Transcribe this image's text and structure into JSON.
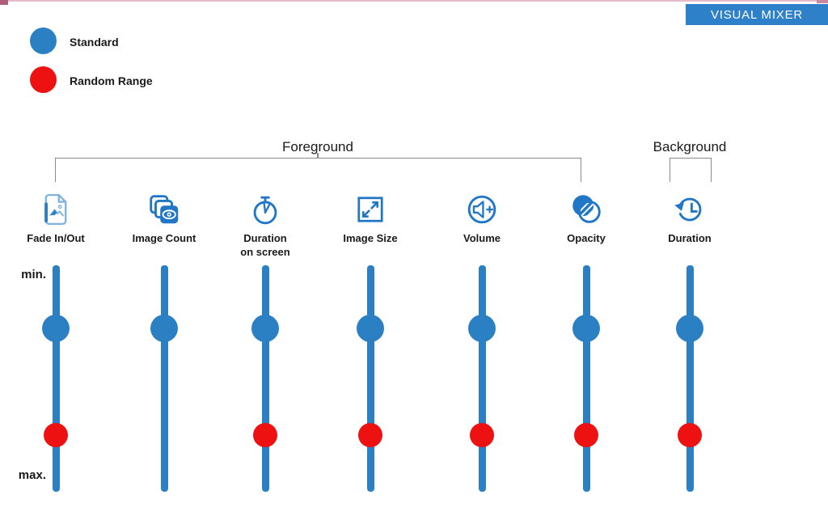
{
  "header": {
    "title": "VISUAL MIXER"
  },
  "legend": {
    "standard": {
      "label": "Standard",
      "color": "#2b80c4"
    },
    "random_range": {
      "label": "Random Range",
      "color": "#ee1111"
    }
  },
  "groups": {
    "foreground": "Foreground",
    "background": "Background"
  },
  "scale": {
    "min": "min.",
    "max": "max."
  },
  "channels": [
    {
      "label": "Fade In/Out",
      "icon": "fade-document-icon",
      "group": "Foreground",
      "standard_handle": true,
      "random_handle": true
    },
    {
      "label": "Image Count",
      "icon": "stacked-images-eye-icon",
      "group": "Foreground",
      "standard_handle": true,
      "random_handle": false
    },
    {
      "label": "Duration\non screen",
      "icon": "stopwatch-icon",
      "group": "Foreground",
      "standard_handle": true,
      "random_handle": true
    },
    {
      "label": "Image Size",
      "icon": "resize-arrows-icon",
      "group": "Foreground",
      "standard_handle": true,
      "random_handle": true
    },
    {
      "label": "Volume",
      "icon": "volume-plus-icon",
      "group": "Foreground",
      "standard_handle": true,
      "random_handle": true
    },
    {
      "label": "Opacity",
      "icon": "overlapping-circles-icon",
      "group": "Foreground",
      "standard_handle": true,
      "random_handle": true
    },
    {
      "label": "Duration",
      "icon": "history-clock-icon",
      "group": "Background",
      "standard_handle": true,
      "random_handle": true
    }
  ],
  "colors": {
    "accent_blue": "#2b80c4",
    "accent_red": "#ee1111",
    "header_bar": "#2e81c9",
    "icon_blue": "#2176c6",
    "bracket_gray": "#8a8a8a",
    "top_strip_pink": "#e7bac8"
  }
}
